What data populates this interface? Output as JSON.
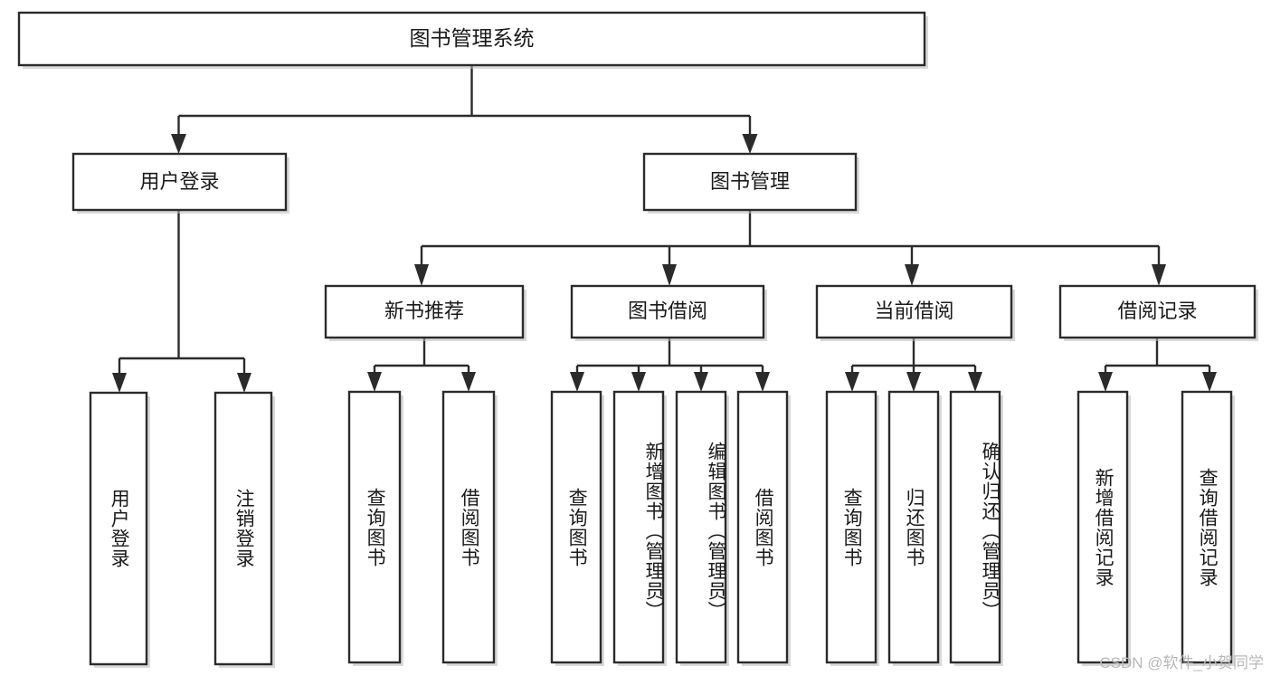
{
  "diagram": {
    "title": "图书管理系统",
    "type": "tree-hierarchy-diagram",
    "orientation": "top-down",
    "colors": {
      "box_fill": "#ffffff",
      "box_stroke": "#2b2b2b",
      "text": "#1a1a1a",
      "watermark": "#b8b8b8",
      "background": "#ffffff"
    },
    "root": {
      "label": "图书管理系统"
    },
    "level2": [
      {
        "label": "用户登录"
      },
      {
        "label": "图书管理"
      }
    ],
    "level3": [
      {
        "label": "新书推荐"
      },
      {
        "label": "图书借阅"
      },
      {
        "label": "当前借阅"
      },
      {
        "label": "借阅记录"
      }
    ],
    "leaves": {
      "user_login": [
        {
          "label": "用户登录"
        },
        {
          "label": "注销登录"
        }
      ],
      "new_book_recommend": [
        {
          "label": "查询图书"
        },
        {
          "label": "借阅图书"
        }
      ],
      "book_borrow": [
        {
          "label": "查询图书"
        },
        {
          "label": "新增图书（管理员）"
        },
        {
          "label": "编辑图书（管理员）"
        },
        {
          "label": "借阅图书"
        }
      ],
      "current_borrow": [
        {
          "label": "查询图书"
        },
        {
          "label": "归还图书"
        },
        {
          "label": "确认归还（管理员）"
        }
      ],
      "borrow_record": [
        {
          "label": "新增借阅记录"
        },
        {
          "label": "查询借阅记录"
        }
      ]
    }
  },
  "watermark": {
    "text": "CSDN @软件_小贺同学"
  }
}
